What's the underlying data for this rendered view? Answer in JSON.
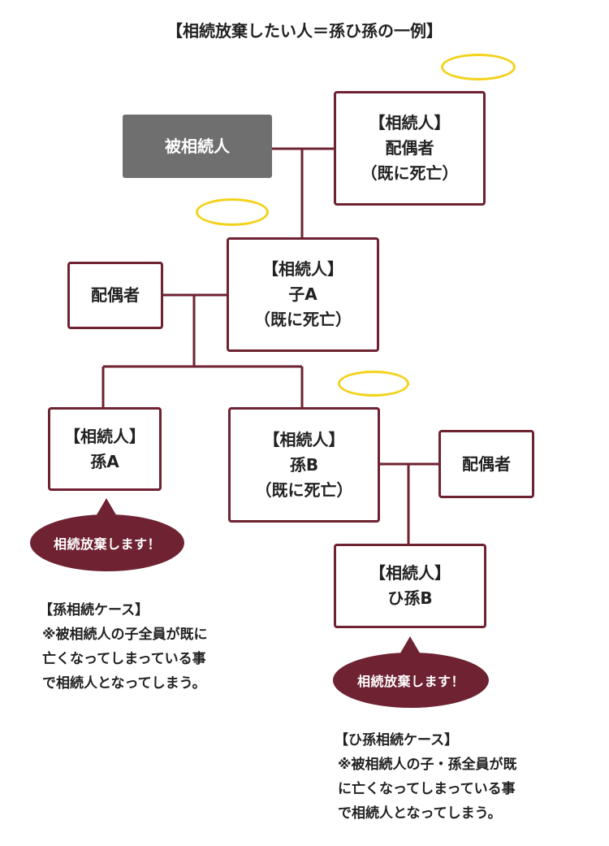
{
  "title": "【相続放棄したい人＝孫ひ孫の一例】",
  "colors": {
    "line": "#6e2232",
    "box_border": "#6e2232",
    "deceased_fill": "#6f6f6f",
    "halo": "#f3d21b",
    "bubble": "#6e2232"
  },
  "nodes": {
    "deceased": {
      "line1": "被相続人"
    },
    "spouse_top": {
      "line1": "【相続人】",
      "line2": "配偶者",
      "line3": "（既に死亡）"
    },
    "child_a": {
      "line1": "【相続人】",
      "line2": "子A",
      "line3": "（既に死亡）"
    },
    "spouse_child": {
      "line1": "配偶者"
    },
    "grandchild_a": {
      "line1": "【相続人】",
      "line2": "孫A"
    },
    "grandchild_b": {
      "line1": "【相続人】",
      "line2": "孫B",
      "line3": "（既に死亡）"
    },
    "spouse_grandchild": {
      "line1": "配偶者"
    },
    "great_grandchild_b": {
      "line1": "【相続人】",
      "line2": "ひ孫B"
    }
  },
  "bubbles": {
    "grandchild_a": "相続放棄します！",
    "great_grandchild_b": "相続放棄します！"
  },
  "notes": {
    "grandchild": {
      "heading": "【孫相続ケース】",
      "lines": [
        "※被相続人の子全員が既に",
        "亡くなってしまっている事",
        "で相続人となってしまう。"
      ]
    },
    "great_grandchild": {
      "heading": "【ひ孫相続ケース】",
      "lines": [
        "※被相続人の子・孫全員が既",
        "に亡くなってしまっている事",
        "で相続人となってしまう。"
      ]
    }
  }
}
